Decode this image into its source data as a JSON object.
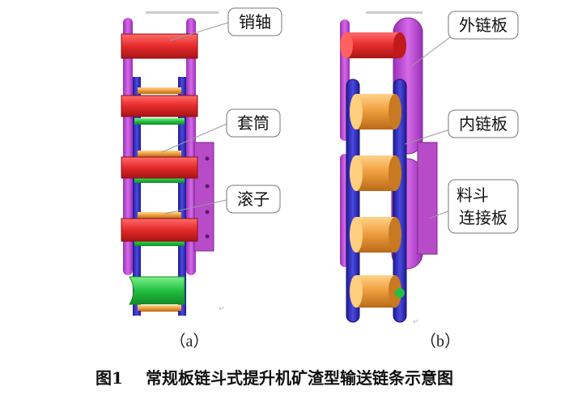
{
  "labels": {
    "a": {
      "pin": "销轴",
      "sleeve": "套筒",
      "roller": "滚子"
    },
    "b": {
      "outer_plate": "外链板",
      "inner_plate": "内链板",
      "bucket_plate_line1": "料斗",
      "bucket_plate_line2": "连接板"
    }
  },
  "subfigures": {
    "a": "（a）",
    "b": "（b）"
  },
  "caption": {
    "number": "图1",
    "title": "常规板链斗式提升机矿渣型输送链条示意图"
  },
  "colors": {
    "outer_plate": "#c25cd6",
    "inner_plate": "#3330c8",
    "pin": "#ee3333",
    "sleeve": "#22c040",
    "roller": "#f0a040",
    "bucket_plate": "#b84cc8"
  }
}
